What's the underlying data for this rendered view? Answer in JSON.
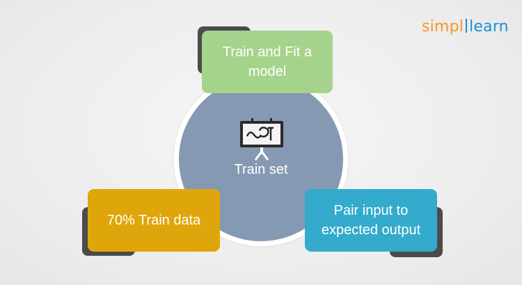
{
  "logo": {
    "part1": "simpl",
    "part2": "learn",
    "color_orange": "#f39a1e",
    "color_blue": "#1b8fd1"
  },
  "center": {
    "label": "Train set",
    "icon": "presentation-board-icon",
    "color": "#8699b2"
  },
  "cards": {
    "top": {
      "label": "Train and Fit a model",
      "color": "#a6d38b"
    },
    "left": {
      "label": "70% Train data",
      "color": "#dfa60c"
    },
    "right": {
      "label": "Pair input to expected output",
      "color": "#34abcc"
    }
  }
}
